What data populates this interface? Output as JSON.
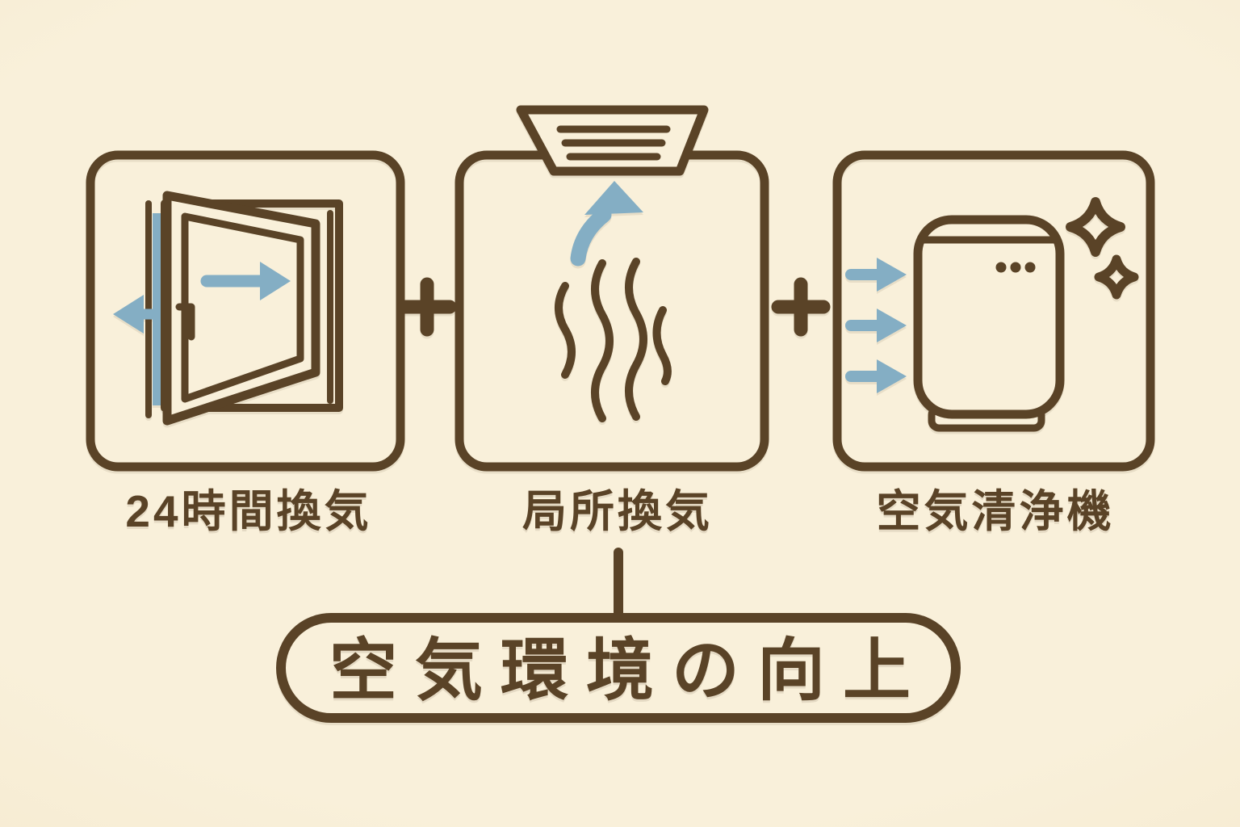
{
  "colors": {
    "background": "#f9f0da",
    "ink": "#5a4327",
    "accent_blue": "#84aec4"
  },
  "items": [
    {
      "label": "24時間換気",
      "icon": "open-window-ventilation-icon",
      "operator_after": "+"
    },
    {
      "label": "局所換気",
      "icon": "ceiling-exhaust-fan-icon",
      "operator_after": "+"
    },
    {
      "label": "空気清浄機",
      "icon": "air-purifier-icon",
      "operator_after": ""
    }
  ],
  "result": {
    "label": "空気環境の向上"
  }
}
